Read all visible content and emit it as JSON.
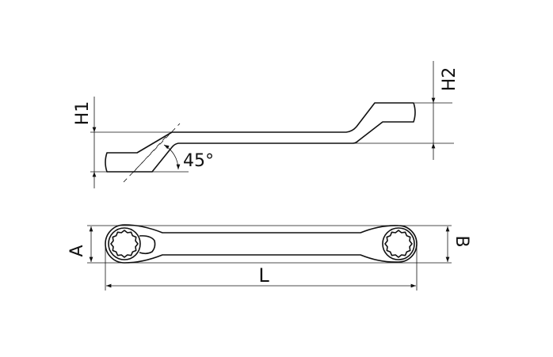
{
  "labels": {
    "h1": "H1",
    "h2": "H2",
    "angle": "45°",
    "a": "A",
    "b": "B",
    "l": "L"
  },
  "colors": {
    "line": "#111111",
    "background": "#ffffff"
  }
}
